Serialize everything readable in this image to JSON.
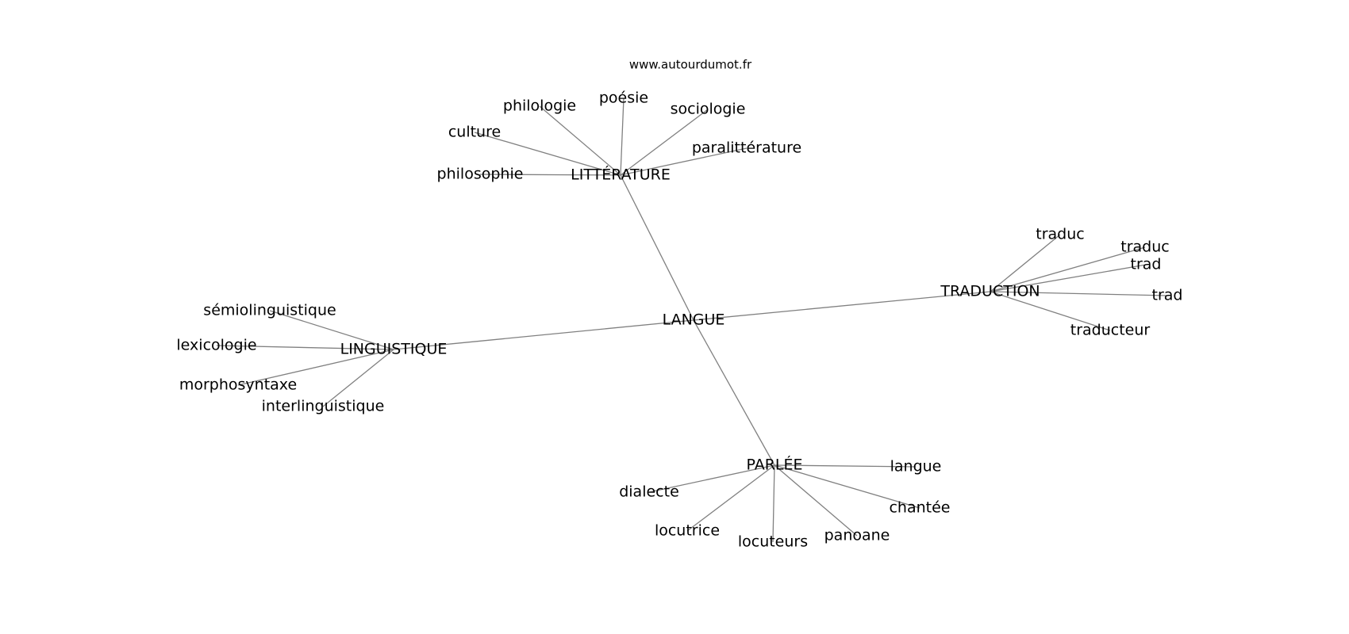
{
  "watermark": "www.autourdumot.fr",
  "colors": {
    "edge": "#808080",
    "text": "#000000",
    "background": "#ffffff"
  },
  "diagram": {
    "type": "word-association-tree",
    "nodes": [
      {
        "id": "langue_root",
        "label": "LANGUE"
      },
      {
        "id": "litterature",
        "label": "LITTÉRATURE"
      },
      {
        "id": "linguistique",
        "label": "LINGUISTIQUE"
      },
      {
        "id": "traduction",
        "label": "TRADUCTION"
      },
      {
        "id": "parlee",
        "label": "PARLÉE"
      },
      {
        "id": "philologie",
        "label": "philologie"
      },
      {
        "id": "poesie",
        "label": "poésie"
      },
      {
        "id": "sociologie",
        "label": "sociologie"
      },
      {
        "id": "culture",
        "label": "culture"
      },
      {
        "id": "paralitterature",
        "label": "paralittérature"
      },
      {
        "id": "philosophie",
        "label": "philosophie"
      },
      {
        "id": "semiolinguistique",
        "label": "sémiolinguistique"
      },
      {
        "id": "lexicologie",
        "label": "lexicologie"
      },
      {
        "id": "morphosyntaxe",
        "label": "morphosyntaxe"
      },
      {
        "id": "interlinguistique",
        "label": "interlinguistique"
      },
      {
        "id": "traduc1",
        "label": "traduc"
      },
      {
        "id": "traduc2",
        "label": "traduc"
      },
      {
        "id": "trad1",
        "label": "trad"
      },
      {
        "id": "trad2",
        "label": "trad"
      },
      {
        "id": "traducteur",
        "label": "traducteur"
      },
      {
        "id": "langue_leaf",
        "label": "langue"
      },
      {
        "id": "dialecte",
        "label": "dialecte"
      },
      {
        "id": "chantee",
        "label": "chantée"
      },
      {
        "id": "locutrice",
        "label": "locutrice"
      },
      {
        "id": "locuteurs",
        "label": "locuteurs"
      },
      {
        "id": "panoane",
        "label": "panoane"
      }
    ],
    "edges": [
      [
        "langue_root",
        "litterature"
      ],
      [
        "langue_root",
        "linguistique"
      ],
      [
        "langue_root",
        "traduction"
      ],
      [
        "langue_root",
        "parlee"
      ],
      [
        "litterature",
        "philologie"
      ],
      [
        "litterature",
        "poesie"
      ],
      [
        "litterature",
        "sociologie"
      ],
      [
        "litterature",
        "culture"
      ],
      [
        "litterature",
        "paralitterature"
      ],
      [
        "litterature",
        "philosophie"
      ],
      [
        "linguistique",
        "semiolinguistique"
      ],
      [
        "linguistique",
        "lexicologie"
      ],
      [
        "linguistique",
        "morphosyntaxe"
      ],
      [
        "linguistique",
        "interlinguistique"
      ],
      [
        "traduction",
        "traduc1"
      ],
      [
        "traduction",
        "traduc2"
      ],
      [
        "traduction",
        "trad1"
      ],
      [
        "traduction",
        "trad2"
      ],
      [
        "traduction",
        "traducteur"
      ],
      [
        "parlee",
        "langue_leaf"
      ],
      [
        "parlee",
        "dialecte"
      ],
      [
        "parlee",
        "chantee"
      ],
      [
        "parlee",
        "locutrice"
      ],
      [
        "parlee",
        "locuteurs"
      ],
      [
        "parlee",
        "panoane"
      ]
    ]
  }
}
